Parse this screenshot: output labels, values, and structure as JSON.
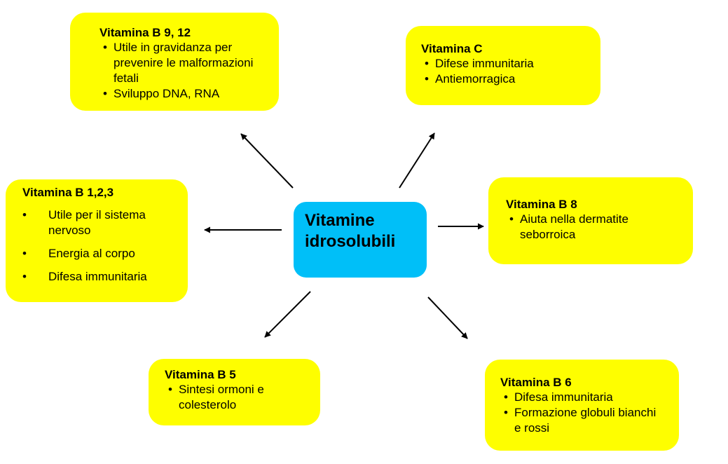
{
  "center": {
    "line1": "Vitamine",
    "line2": "idrosolubili",
    "color": "#00bff8"
  },
  "box_color": "#fefe00",
  "boxes": {
    "b9_12": {
      "title": "Vitamina B 9, 12",
      "items": [
        "Utile in gravidanza per prevenire le malformazioni fetali",
        "Sviluppo DNA, RNA"
      ]
    },
    "c": {
      "title": "Vitamina C",
      "items": [
        "Difese immunitaria",
        "Antiemorragica"
      ]
    },
    "b123": {
      "title": "Vitamina B 1,2,3",
      "items": [
        "Utile per il sistema nervoso",
        "Energia al corpo",
        "Difesa immunitaria"
      ]
    },
    "b8": {
      "title": "Vitamina B 8",
      "items": [
        "Aiuta nella dermatite seborroica"
      ]
    },
    "b5": {
      "title": "Vitamina B 5",
      "items": [
        "Sintesi ormoni e colesterolo"
      ]
    },
    "b6": {
      "title": "Vitamina B 6",
      "items": [
        "Difesa immunitaria",
        "Formazione globuli bianchi e rossi"
      ]
    }
  }
}
